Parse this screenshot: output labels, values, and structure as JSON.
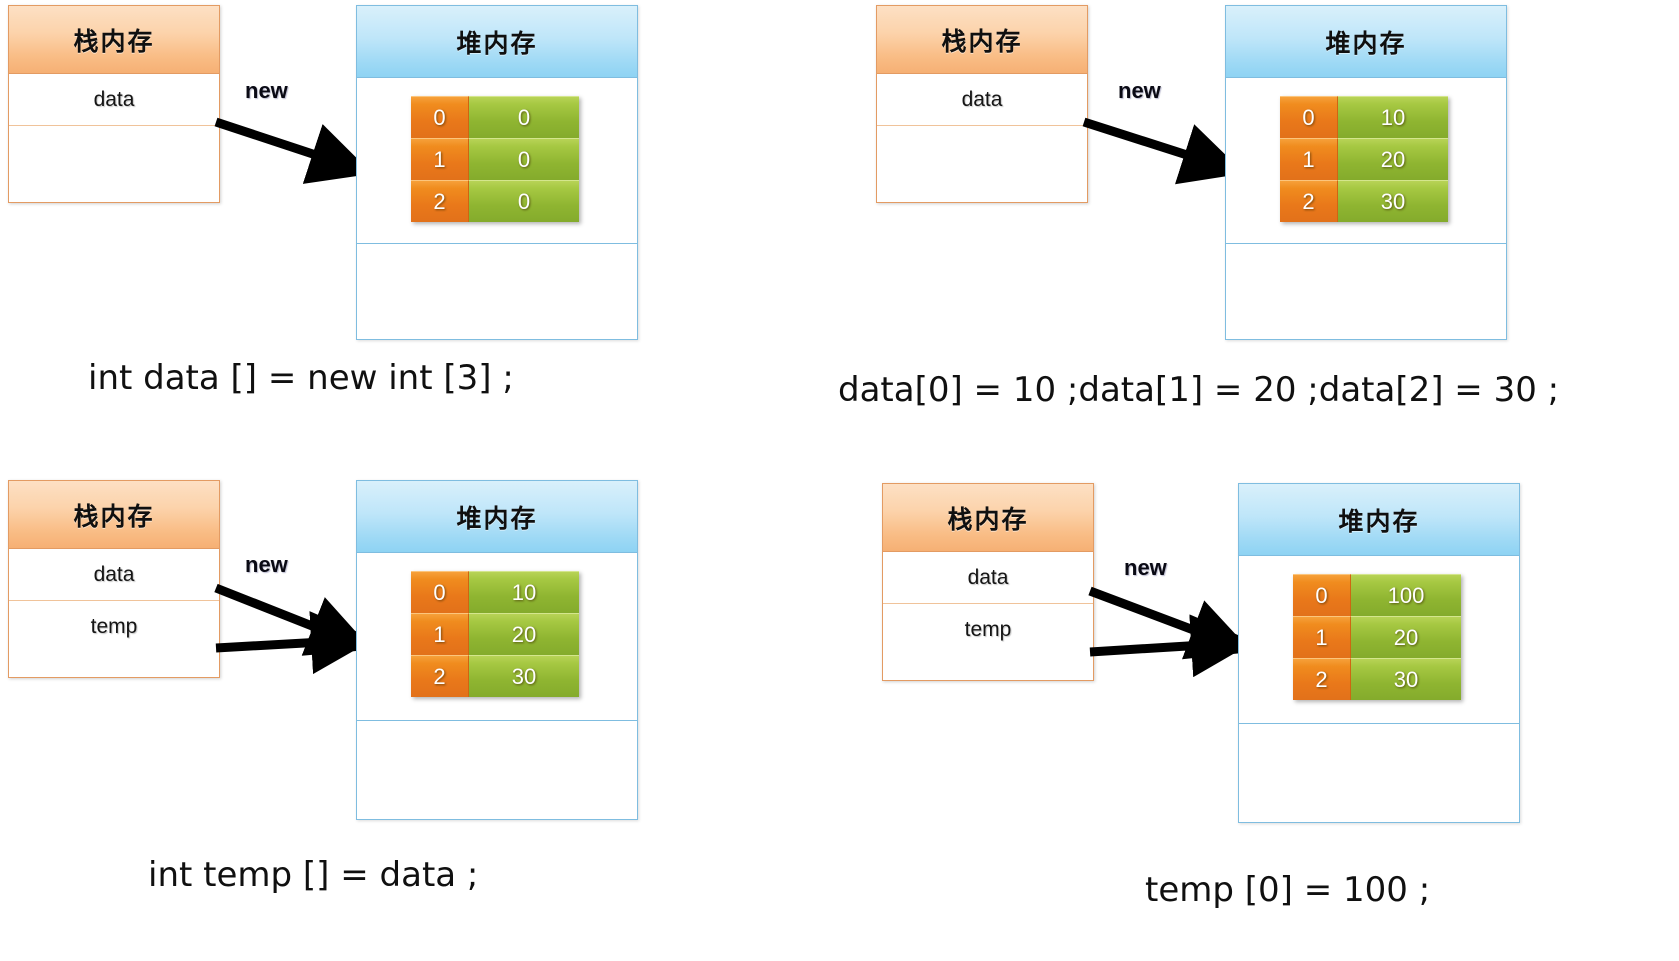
{
  "labels": {
    "stack_title": "栈内存",
    "heap_title": "堆内存",
    "new_label": "new"
  },
  "panels": [
    {
      "id": "panel-1",
      "caption": "int data [] = new int [3] ;",
      "stack_slots": [
        "data",
        ""
      ],
      "array": {
        "indices": [
          "0",
          "1",
          "2"
        ],
        "values": [
          "0",
          "0",
          "0"
        ]
      },
      "arrow_count": 1
    },
    {
      "id": "panel-2",
      "caption": "data[0] = 10 ;data[1] = 20 ;data[2] = 30 ;",
      "stack_slots": [
        "data",
        ""
      ],
      "array": {
        "indices": [
          "0",
          "1",
          "2"
        ],
        "values": [
          "10",
          "20",
          "30"
        ]
      },
      "arrow_count": 1
    },
    {
      "id": "panel-3",
      "caption": "int temp [] = data ;",
      "stack_slots": [
        "data",
        "temp"
      ],
      "array": {
        "indices": [
          "0",
          "1",
          "2"
        ],
        "values": [
          "10",
          "20",
          "30"
        ]
      },
      "arrow_count": 2
    },
    {
      "id": "panel-4",
      "caption": "temp [0] = 100 ;",
      "stack_slots": [
        "data",
        "temp"
      ],
      "array": {
        "indices": [
          "0",
          "1",
          "2"
        ],
        "values": [
          "100",
          "20",
          "30"
        ]
      },
      "arrow_count": 2
    }
  ],
  "colors": {
    "stack_border": "#e39b63",
    "stack_header": "#f9bd86",
    "heap_border": "#7fbde0",
    "heap_header": "#9ed9f5",
    "index_cell": "#e9781a",
    "value_cell": "#8fb531",
    "arrow": "#000000"
  }
}
